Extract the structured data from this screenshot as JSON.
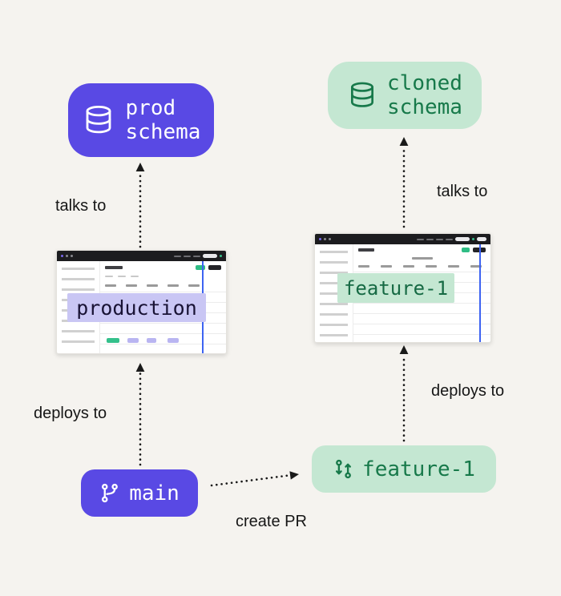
{
  "diagram": {
    "background": "#f5f3ef",
    "colors": {
      "purple": "#5949e4",
      "lavender": "#c9c6f4",
      "green_light": "#c4e7d2",
      "green_dark": "#17794a",
      "ink": "#161616"
    },
    "nodes": {
      "prod_schema": {
        "line1": "prod",
        "line2": "schema",
        "icon": "database-icon",
        "bg": "#5949e4",
        "fg": "#ffffff"
      },
      "cloned_schema": {
        "line1": "cloned",
        "line2": "schema",
        "icon": "database-icon",
        "bg": "#c4e7d2",
        "fg": "#17794a"
      },
      "production_env": {
        "label": "production",
        "bg": "#c9c6f4",
        "fg": "#191335"
      },
      "feature_env": {
        "label": "feature-1",
        "bg": "#c4e7d2",
        "fg": "#166a44"
      },
      "main_branch": {
        "label": "main",
        "icon": "git-branch-icon",
        "bg": "#5949e4",
        "fg": "#ffffff"
      },
      "feature_branch": {
        "label": "feature-1",
        "icon": "git-pull-request-icon",
        "bg": "#c4e7d2",
        "fg": "#17794a"
      }
    },
    "edges": {
      "production_to_prod_schema": {
        "label": "talks to"
      },
      "feature_env_to_cloned_schema": {
        "label": "talks to"
      },
      "main_to_production": {
        "label": "deploys to"
      },
      "feature_branch_to_feature_env": {
        "label": "deploys to"
      },
      "main_to_feature_branch": {
        "label": "create PR"
      }
    }
  }
}
